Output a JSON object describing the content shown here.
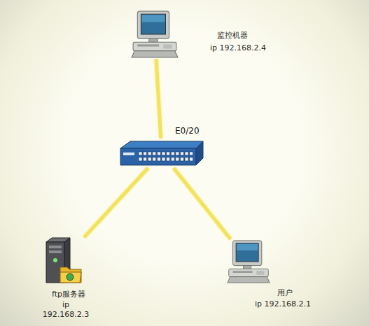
{
  "diagram": {
    "nodes": [
      {
        "text": [
          "监控机器",
          "ip 192.168.2.4"
        ]
      },
      {
        "text": [
          "E0/20"
        ]
      },
      {
        "text": [
          "ftp服务器",
          "ip 192.168.2.3"
        ]
      },
      {
        "text": [
          "用户",
          "ip 192.168.2.1"
        ]
      }
    ],
    "edges": [
      {
        "from": 1,
        "to": 0,
        "arrow": "none"
      },
      {
        "from": 1,
        "to": 2,
        "arrow": "none"
      },
      {
        "from": 1,
        "to": 3,
        "arrow": "none"
      }
    ]
  }
}
